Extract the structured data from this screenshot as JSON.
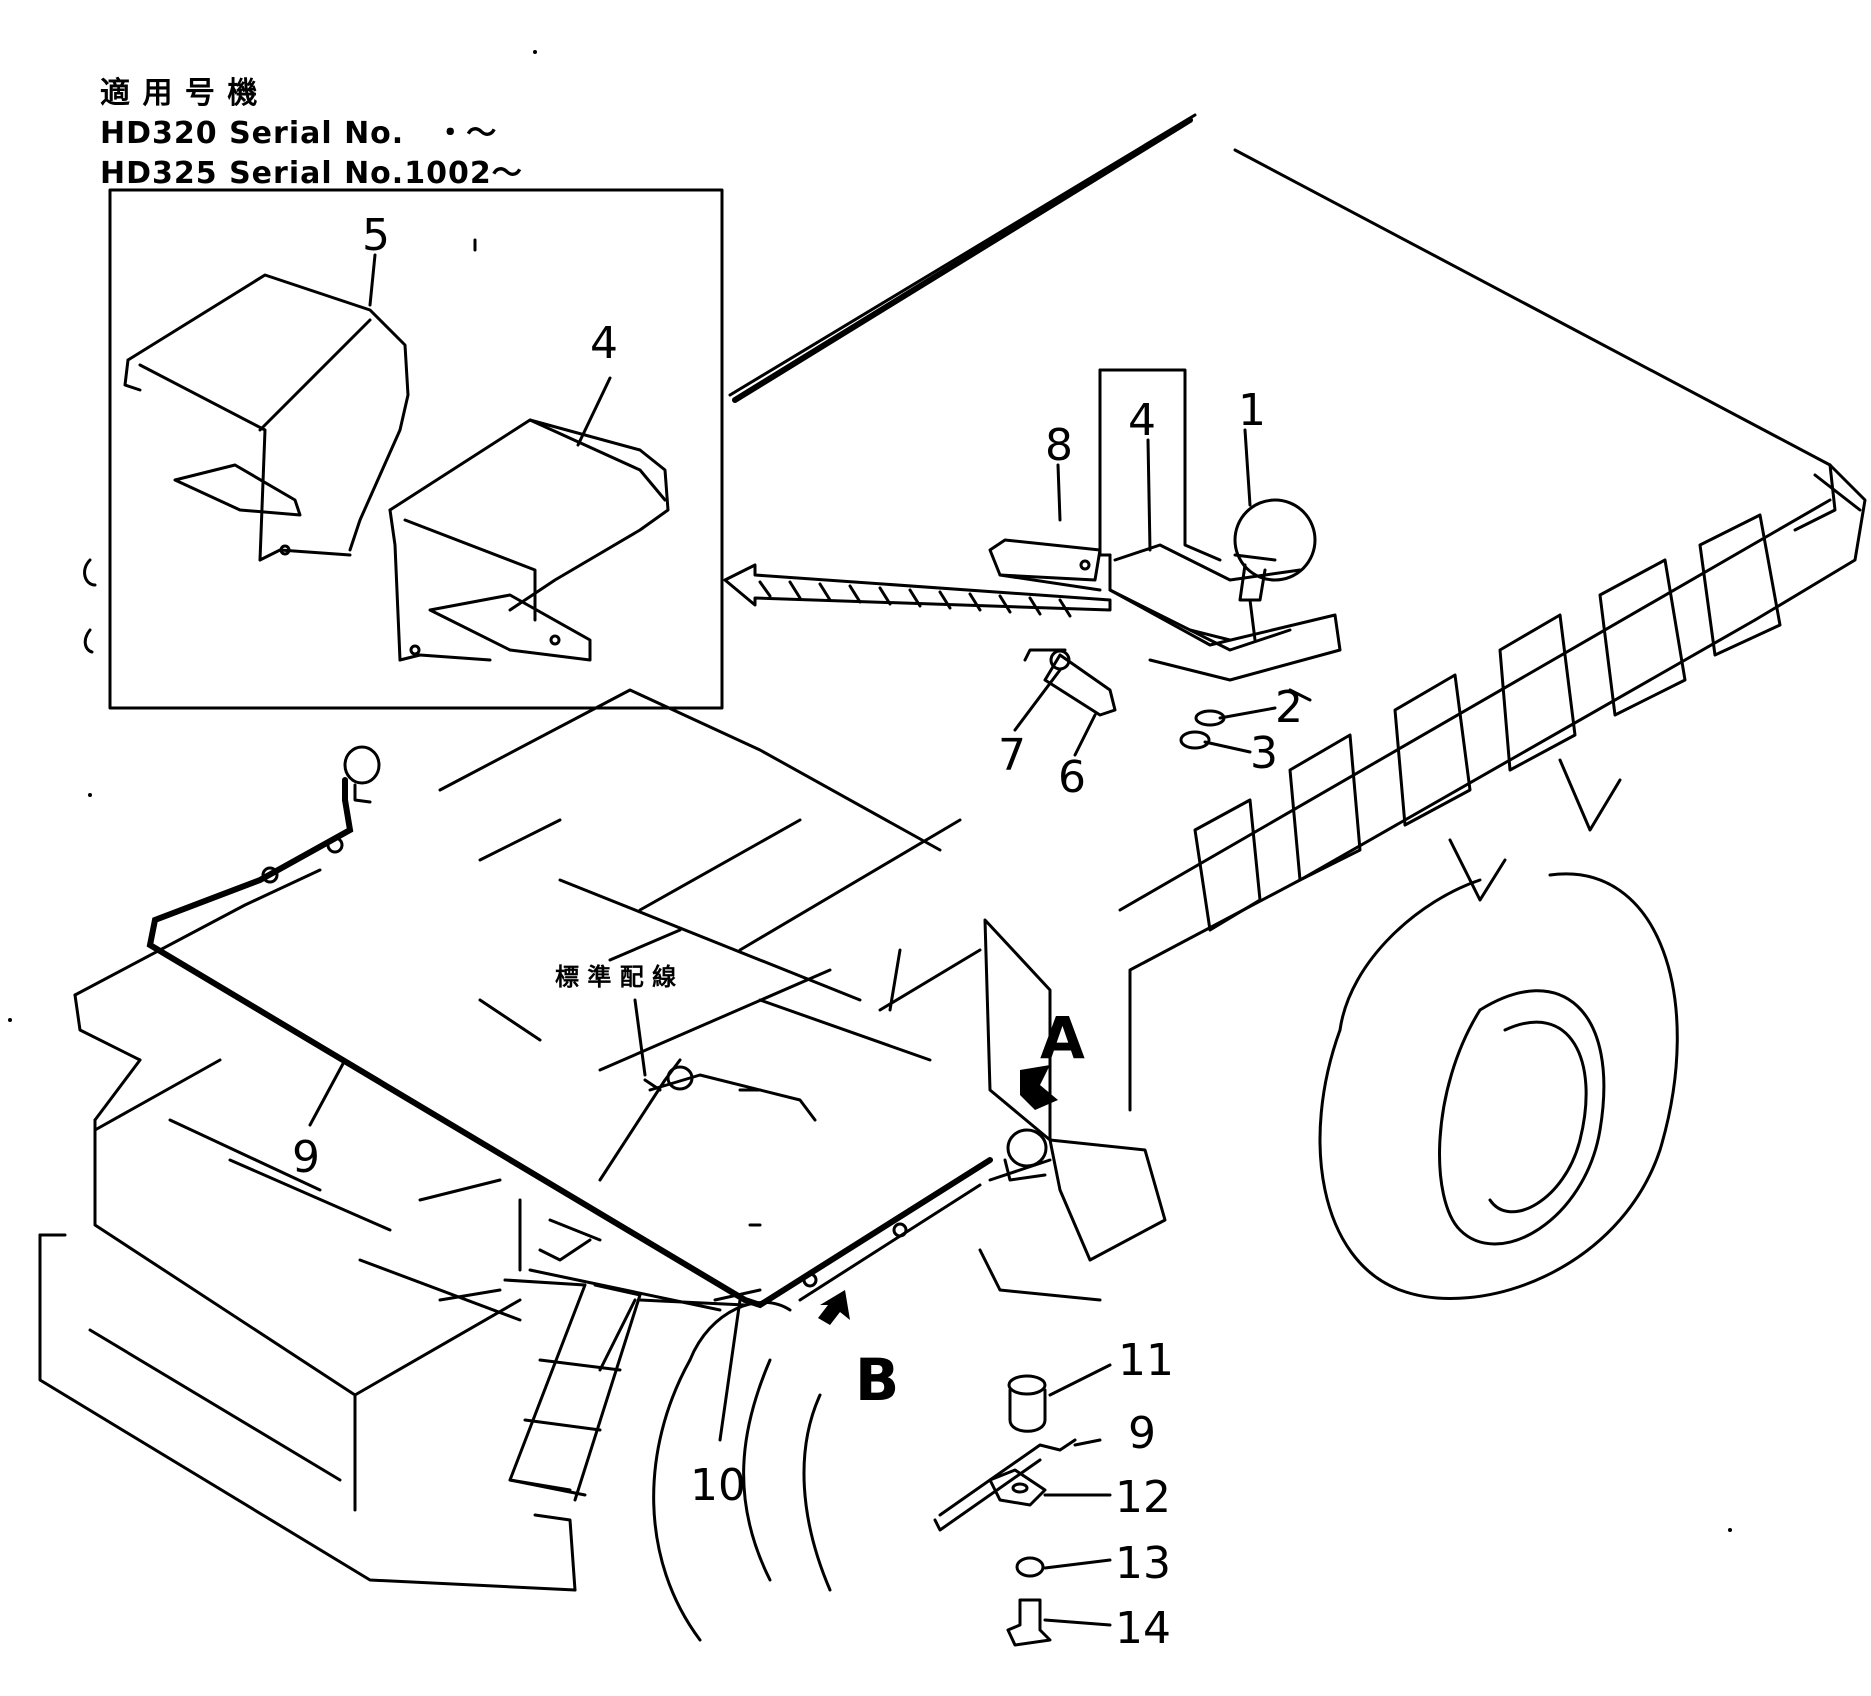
{
  "header": {
    "applicable_label": "適 用 号 機",
    "line1": "HD320 Serial No.　・～",
    "line2": "HD325 Serial No.1002～"
  },
  "callouts": {
    "n1": "1",
    "n2": "2",
    "n3": "3",
    "n4": "4",
    "n4_inset": "4",
    "n5": "5",
    "n6": "6",
    "n7": "7",
    "n8": "8",
    "n9": "9",
    "n9_detail": "9",
    "n10": "10",
    "n11": "11",
    "n12": "12",
    "n13": "13",
    "n14": "14"
  },
  "views": {
    "a": "A",
    "b": "B"
  },
  "wiring_label": "標 準 配 線"
}
